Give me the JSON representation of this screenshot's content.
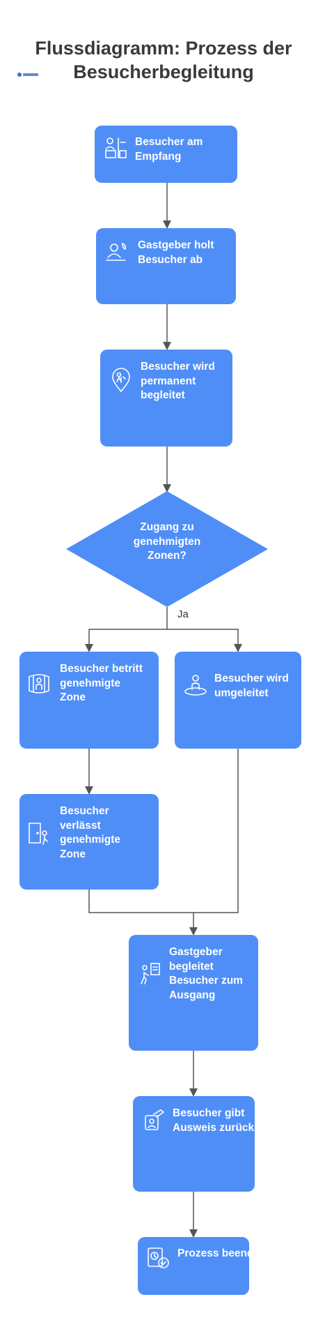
{
  "title": "Flussdiagramm: Prozess der Besucherbegleitung",
  "colors": {
    "node": "#4f8ef7",
    "line": "#555555",
    "title": "#3a3a3a"
  },
  "nodes": {
    "empfang": {
      "label": "Besucher am\nEmpfang",
      "icon": "reception-icon"
    },
    "abholen": {
      "label": "Gastgeber holt\nBesucher ab",
      "icon": "host-greeting-icon"
    },
    "begleitet": {
      "label": "Besucher wird\npermanent\nbegleitet",
      "icon": "location-person-icon"
    },
    "zugang": {
      "label": "Zugang zu\ngenehmigten\nZonen?",
      "icon": ""
    },
    "betritt": {
      "label": "Besucher betritt\ngenehmigte\nZone",
      "icon": "zone-enter-icon"
    },
    "umgeleitet": {
      "label": "Besucher wird\numgeleitet",
      "icon": "redirect-person-icon"
    },
    "verlaesst": {
      "label": "Besucher\nverlässt\ngenehmigte\nZone",
      "icon": "exit-door-icon"
    },
    "ausgang": {
      "label": "Gastgeber\nbegleitet\nBesucher zum\nAusgang",
      "icon": "escort-exit-icon"
    },
    "ausweis": {
      "label": "Besucher gibt\nAusweis zurück",
      "icon": "badge-return-icon"
    },
    "ende": {
      "label": "Prozess beendet",
      "icon": "clock-check-icon"
    }
  },
  "edges": {
    "ja_label": "Ja"
  }
}
